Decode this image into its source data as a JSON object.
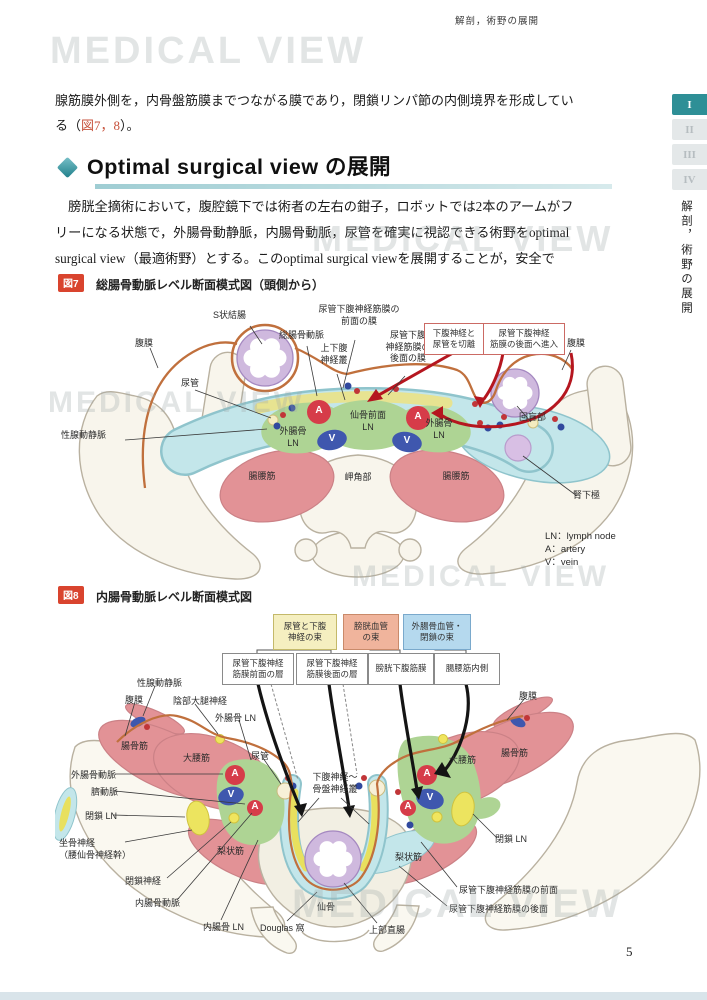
{
  "page": {
    "running_header": "解剖，術野の展開",
    "watermark": "MEDICAL VIEW",
    "page_number": "5",
    "sidebar": {
      "tabs": [
        "I",
        "II",
        "III",
        "IV"
      ],
      "active_tab": "I",
      "vertical_title": "解剖，術野の展開"
    },
    "intro": {
      "line1": "腺筋膜外側を，内骨盤筋膜までつながる膜であり，閉鎖リンパ節の内側境界を形成してい",
      "line2_pre": "る（",
      "line2_ref": "図7，8",
      "line2_post": "）。"
    }
  },
  "section": {
    "marker_icon": "diamond",
    "title": "Optimal surgical view の展開",
    "paragraph": [
      "　膀胱全摘術において，腹腔鏡下では術者の左右の鉗子，ロボットでは2本のアームがフ",
      "リーになる状態で，外腸骨動静脈，内腸骨動脈，尿管を確実に視認できる術野をoptimal",
      "surgical view（最適術野）とする。このoptimal surgical viewを展開することが，安全で"
    ]
  },
  "fig7": {
    "badge": "図7",
    "title": "総腸骨動脈レベル断面模式図（頭側から）",
    "callouts": {
      "cut": "下腹神経と\n尿管を切離",
      "enter": "尿管下腹神経\n筋膜の後面へ進入"
    },
    "labels": {
      "s_colon": "S状結腸",
      "fascia_front": "尿管下腹神経筋膜の\n前面の膜",
      "common_iliac_artery": "総腸骨動脈",
      "sup_hypogastric_plexus": "上下腹\n神経叢",
      "fascia_back": "尿管下腹\n神経筋膜の\n後面の膜",
      "peritoneum": "腹膜",
      "ureter": "尿管",
      "gonadal_vessels": "性腺動静脈",
      "ext_iliac_ln": "外腸骨\nLN",
      "sacral_ln": "仙骨前面\nLN",
      "iliopsoas": "腸腰筋",
      "promontory": "岬角部",
      "ileocecal": "回盲部",
      "kidney_lower_pole": "腎下極",
      "artery_mark": "A",
      "vein_mark": "V"
    },
    "legend": [
      "LN：lymph node",
      "A：artery",
      "V：vein"
    ]
  },
  "fig8": {
    "badge": "図8",
    "title": "内腸骨動脈レベル断面模式図",
    "bundles": [
      {
        "label": "尿管と下腹\n神経の束"
      },
      {
        "label": "膀胱血管\nの束"
      },
      {
        "label": "外腸骨血管・\n閉鎖の束"
      }
    ],
    "layers": [
      "尿管下腹神経\n筋膜前面の層",
      "尿管下腹神経\n筋膜後面の層",
      "膀胱下腹筋膜",
      "腸腰筋内側"
    ],
    "labels": {
      "gonadal_vessels": "性腺動静脈",
      "peritoneum": "腹膜",
      "genitofemoral_nerve": "陰部大腿神経",
      "ext_iliac_ln": "外腸骨 LN",
      "iliacus": "腸骨筋",
      "psoas": "大腰筋",
      "ureter": "尿管",
      "ext_iliac_artery": "外腸骨動脈",
      "umbilical_artery": "臍動脈",
      "hypogastric_plexus": "下腹神経〜\n骨盤神経叢",
      "obturator_ln": "閉鎖 LN",
      "sciatic_nerve": "坐骨神経\n（腰仙骨神経幹）",
      "piriformis": "梨状筋",
      "obturator_nerve": "閉鎖神経",
      "int_iliac_artery": "内腸骨動脈",
      "int_iliac_ln": "内腸骨 LN",
      "douglas_pouch": "Douglas 窩",
      "sacrum": "仙骨",
      "upper_rectum": "上部直腸",
      "fascia_front": "尿管下腹神経筋膜の前面",
      "fascia_back": "尿管下腹神経筋膜の後面",
      "artery_mark": "A",
      "vein_mark": "V"
    }
  },
  "colors": {
    "accent_teal": "#2e8f96",
    "badge_red": "#d9442e",
    "figure_ref_red": "#c7523c",
    "artery_red": "#d63c49",
    "vein_blue": "#3f57ae",
    "lymph_green": "#aed494",
    "fascia_blue": "#c3e6ea",
    "muscle_pink": "#e29296",
    "nerve_yellow": "#e8e05e",
    "peritoneum_orange": "#c0703d",
    "bundle_yellow": "#f5efc0",
    "bundle_salmon": "#f0b49c",
    "bundle_blue": "#b5d9ee"
  }
}
